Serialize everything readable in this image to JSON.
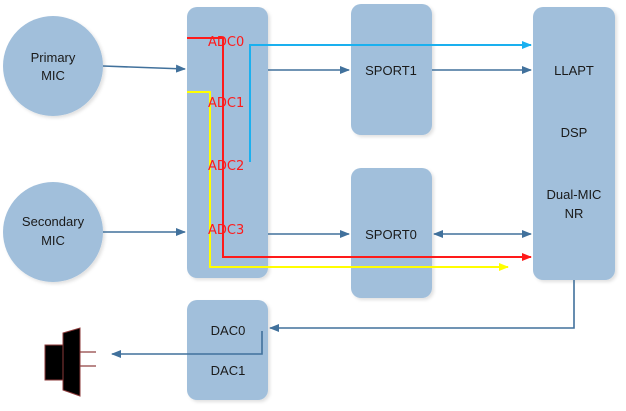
{
  "diagram": {
    "nodes": {
      "primary_mic": {
        "line1": "Primary",
        "line2": "MIC"
      },
      "secondary_mic": {
        "line1": "Secondary",
        "line2": "MIC"
      },
      "adc_block": {
        "channels": [
          "ADC0",
          "ADC1",
          "ADC2",
          "ADC3"
        ]
      },
      "sport1": {
        "label": "SPORT1"
      },
      "sport0": {
        "label": "SPORT0"
      },
      "dsp": {
        "llapt": "LLAPT",
        "dsp": "DSP",
        "nr_line1": "Dual-MIC",
        "nr_line2": "NR"
      },
      "dac_block": {
        "channels": [
          "DAC0",
          "DAC1"
        ]
      },
      "speaker": {
        "icon": "speaker-icon"
      }
    },
    "colors": {
      "block_fill": "#a1bfdb",
      "connector_blue": "#41719c",
      "adc0_path": "#ff1a1a",
      "adc1_path": "#ffff00",
      "adc2_path": "#1ab0ef",
      "adc_label": "#ff1a1a"
    },
    "connections": [
      {
        "from": "Primary MIC",
        "to": "ADC block"
      },
      {
        "from": "Secondary MIC",
        "to": "ADC block"
      },
      {
        "from": "ADC block",
        "to": "SPORT1"
      },
      {
        "from": "ADC block",
        "to": "SPORT0"
      },
      {
        "from": "SPORT1",
        "to": "LLAPT"
      },
      {
        "from": "SPORT0",
        "to": "DSP",
        "bidirectional": true
      },
      {
        "from": "ADC0",
        "to": "DSP",
        "color": "red"
      },
      {
        "from": "ADC1",
        "to": "DSP",
        "color": "yellow"
      },
      {
        "from": "ADC2",
        "to": "LLAPT",
        "color": "cyan"
      },
      {
        "from": "DSP",
        "to": "DAC0"
      },
      {
        "from": "DAC0",
        "to": "Speaker"
      }
    ]
  }
}
